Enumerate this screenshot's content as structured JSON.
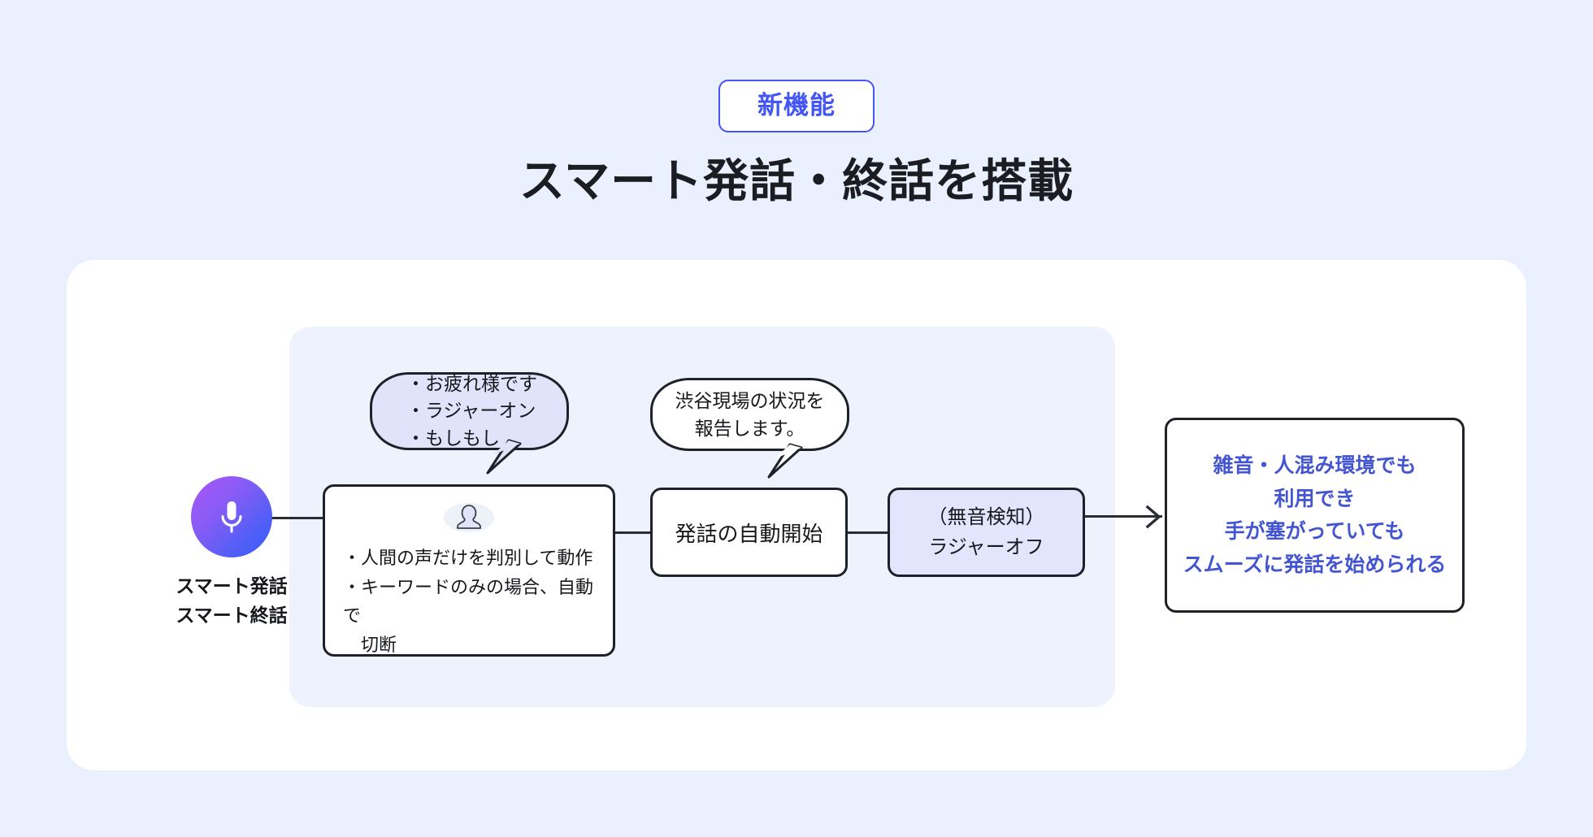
{
  "header": {
    "badge": "新機能",
    "title": "スマート発話・終話を搭載"
  },
  "colors": {
    "page_background": "#eaf0fe",
    "card_background": "#ffffff",
    "panel_background": "#eef2fd",
    "accent_blue": "#4355f5",
    "result_text": "#4355d0",
    "bubble_lavender": "#e0e3fa",
    "box_lavender": "#e2e5fb",
    "mic_gradient_from": "#a855f7",
    "mic_gradient_to": "#3b5bfd",
    "line_color": "#2a2c33"
  },
  "diagram": {
    "mic": {
      "icon": "microphone-icon",
      "label_line1": "スマート発話",
      "label_line2": "スマート終話"
    },
    "bubbles": [
      {
        "id": "utterance-keywords",
        "lines": [
          "・お疲れ様です",
          "・ラジャーオン",
          "・もしもし"
        ],
        "fill": "#e0e3fa"
      },
      {
        "id": "utterance-example",
        "lines": [
          "渋谷現場の状況を",
          "報告します。"
        ],
        "fill": "#ffffff"
      }
    ],
    "boxes": [
      {
        "id": "voice-detection",
        "icon": "person-icon",
        "lines": [
          "・人間の声だけを判別して動作",
          "・キーワードのみの場合、自動で",
          "切断"
        ]
      },
      {
        "id": "auto-start",
        "lines": [
          "発話の自動開始"
        ]
      },
      {
        "id": "silence-detection",
        "lines": [
          "（無音検知）",
          "ラジャーオフ"
        ]
      },
      {
        "id": "result",
        "lines": [
          "雑音・人混み環境でも",
          "利用でき",
          "手が塞がっていても",
          "スムーズに発話を始められる"
        ]
      }
    ]
  }
}
